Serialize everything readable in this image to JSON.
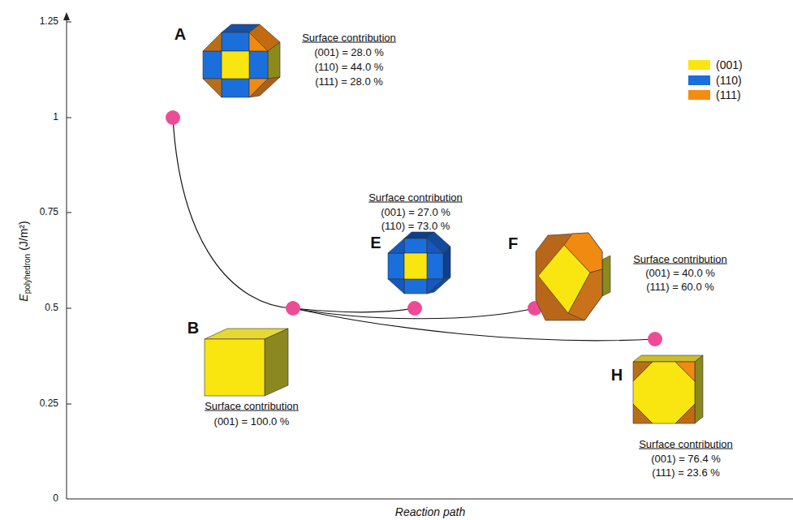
{
  "diagram": {
    "labels": [
      "1.25",
      "1",
      "0.75",
      "0.5",
      "0.25",
      "0",
      "E",
      "polyhedron",
      "(J/m²)",
      "Reaction path",
      "A",
      "Surface contribution",
      "(001) = 28.0 %",
      "(110) = 44.0 %",
      "(111) = 28.0 %",
      "B",
      "Surface contribution",
      "(001) = 100.0 %",
      "E",
      "Surface contribution",
      "(001) = 27.0 %",
      "(110) = 73.0 %",
      "F",
      "Surface contribution",
      "(001) = 40.0 %",
      "(111) = 60.0 %",
      "H",
      "Surface contribution",
      "(001) = 76.4 %",
      "(111) = 23.6 %"
    ],
    "legend": [
      {
        "text": "(001)",
        "color": "#f9e510"
      },
      {
        "text": "(110)",
        "color": "#1a6fdc"
      },
      {
        "text": "(111)",
        "color": "#f58c12"
      }
    ]
  }
}
